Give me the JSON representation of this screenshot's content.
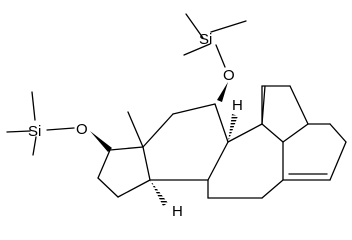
{
  "molecule": {
    "atom_labels": {
      "si_top": "Si",
      "o_top": "O",
      "si_left": "Si",
      "o_left": "O",
      "h_c9": "H",
      "h_c8": "H"
    }
  },
  "colors": {
    "background": "#ffffff",
    "bond": "#000000",
    "text": "#000000"
  }
}
